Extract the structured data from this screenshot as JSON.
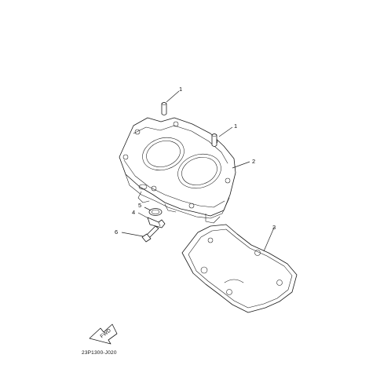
{
  "callouts": [
    {
      "id": "c1a",
      "text": "1"
    },
    {
      "id": "c1b",
      "text": "1"
    },
    {
      "id": "c2",
      "text": "2"
    },
    {
      "id": "c3",
      "text": "3"
    },
    {
      "id": "c4",
      "text": "4"
    },
    {
      "id": "c5",
      "text": "5"
    },
    {
      "id": "c6",
      "text": "6"
    }
  ],
  "direction_badge": "FWD",
  "diagram_code": "23P1300-J020"
}
